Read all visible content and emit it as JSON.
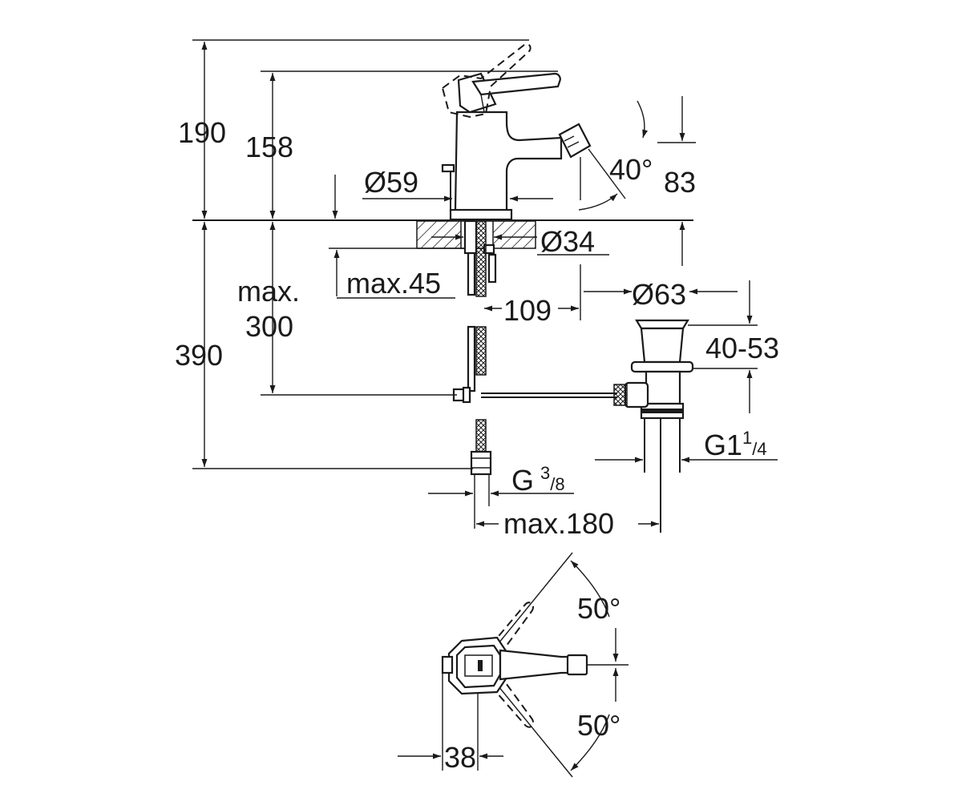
{
  "dimensions": {
    "d190": "190",
    "d158": "158",
    "d390": "390",
    "max_label": "max.",
    "d300": "300",
    "dia59": "Ø59",
    "dia34": "Ø34",
    "max45": "max.45",
    "d109": "109",
    "dia63": "Ø63",
    "d40_53": "40-53",
    "angle40": "40°",
    "d83": "83",
    "g118_main": "G1",
    "g118_num": "1",
    "g118_den": "/4",
    "g38_main": "G",
    "g38_num": "3",
    "g38_den": "/8",
    "max180": "max.180",
    "angle50_top": "50°",
    "angle50_bottom": "50°",
    "d38": "38"
  }
}
